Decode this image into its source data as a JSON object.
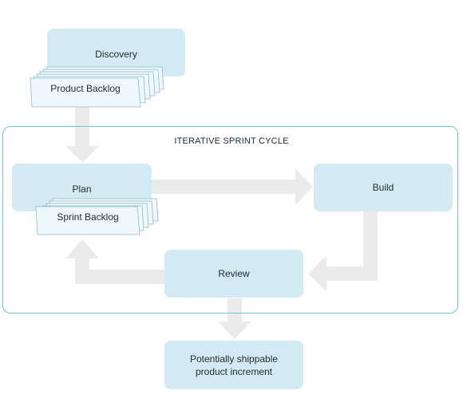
{
  "diagram": {
    "cycle_title": "ITERATIVE SPRINT CYCLE",
    "nodes": {
      "discovery": "Discovery",
      "product_backlog": "Product Backlog",
      "plan": "Plan",
      "sprint_backlog": "Sprint Backlog",
      "build": "Build",
      "review": "Review",
      "increment_line1": "Potentially shippable",
      "increment_line2": "product increment"
    }
  },
  "colors": {
    "node_fill": "#d2ebf3",
    "stack_fill": "#eef7fb",
    "stack_stroke": "#8fb8c8",
    "arrow": "#ebebeb",
    "frame": "#6ec4d6"
  }
}
